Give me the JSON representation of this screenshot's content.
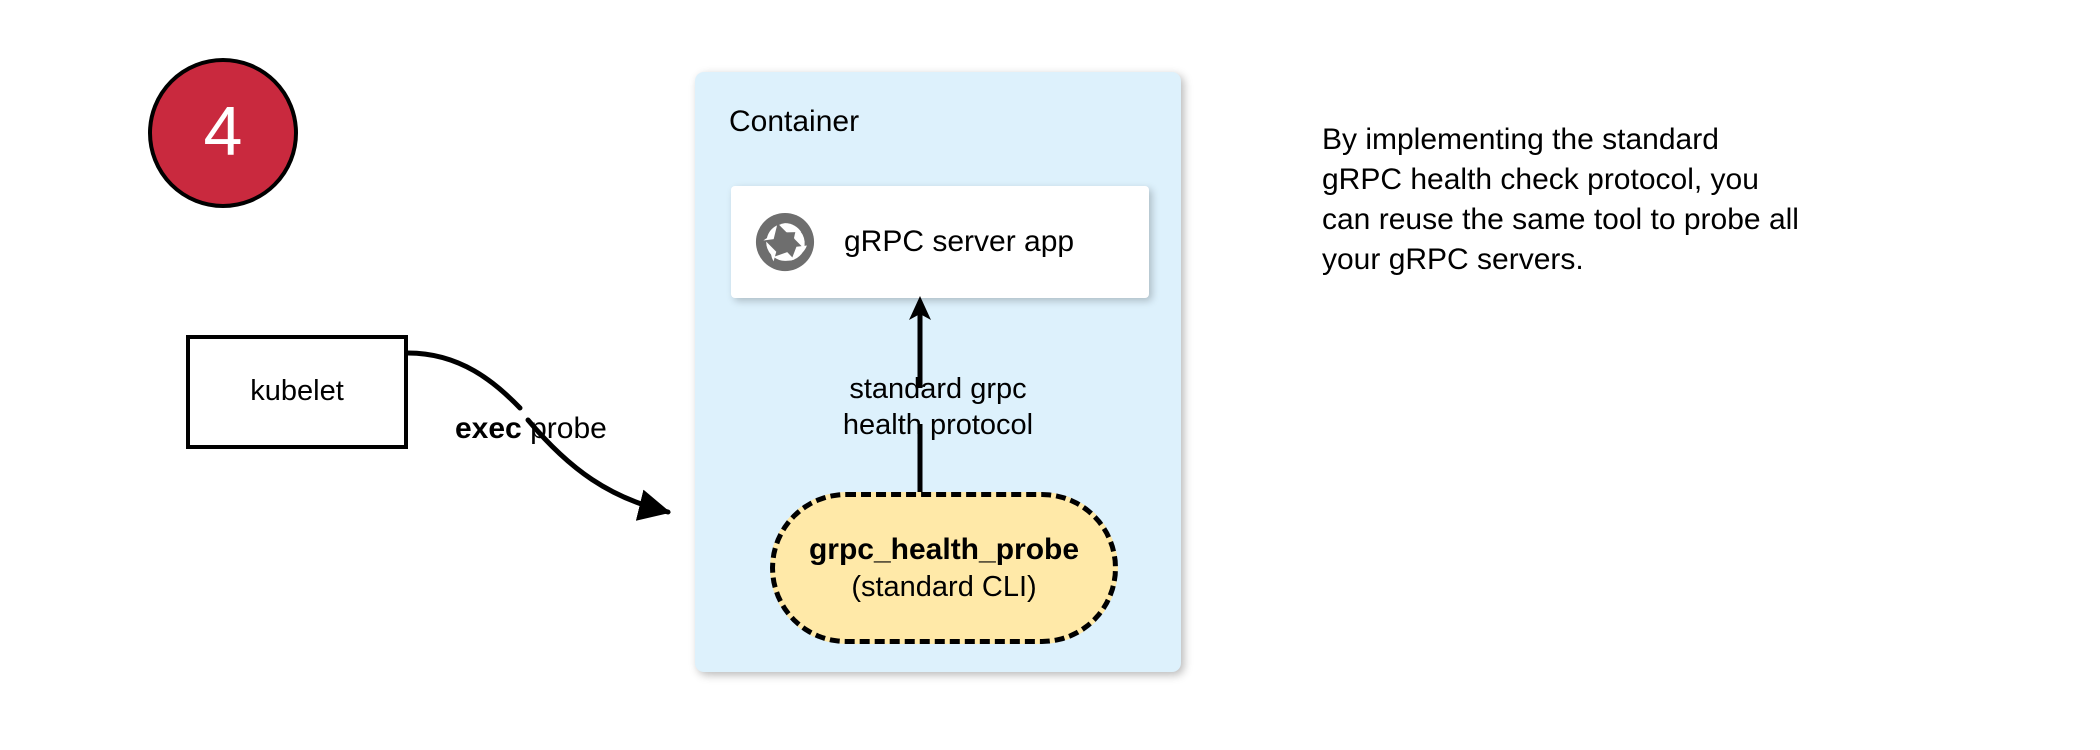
{
  "step": {
    "number": "4"
  },
  "kubelet": {
    "label": "kubelet"
  },
  "exec_edge": {
    "keyword": "exec",
    "rest": " probe"
  },
  "container": {
    "title": "Container",
    "fill_color": "#ddf1fc"
  },
  "server_app": {
    "icon": "aperture-icon",
    "label": "gRPC server app"
  },
  "protocol_edge": {
    "line1": "standard grpc",
    "line2": "health protocol"
  },
  "probe": {
    "title": "grpc_health_probe",
    "subtitle": "(standard CLI)",
    "fill_color": "#ffe9a8"
  },
  "annotation": {
    "line1": "By implementing the standard",
    "line2": "gRPC health check protocol, you",
    "line3": "can reuse the same tool to probe all",
    "line4": "your gRPC servers."
  },
  "colors": {
    "badge_red": "#c9293e",
    "container_blue": "#ddf1fc",
    "probe_yellow": "#ffe9a8",
    "icon_gray": "#6e6e6e",
    "stroke_black": "#000000"
  }
}
